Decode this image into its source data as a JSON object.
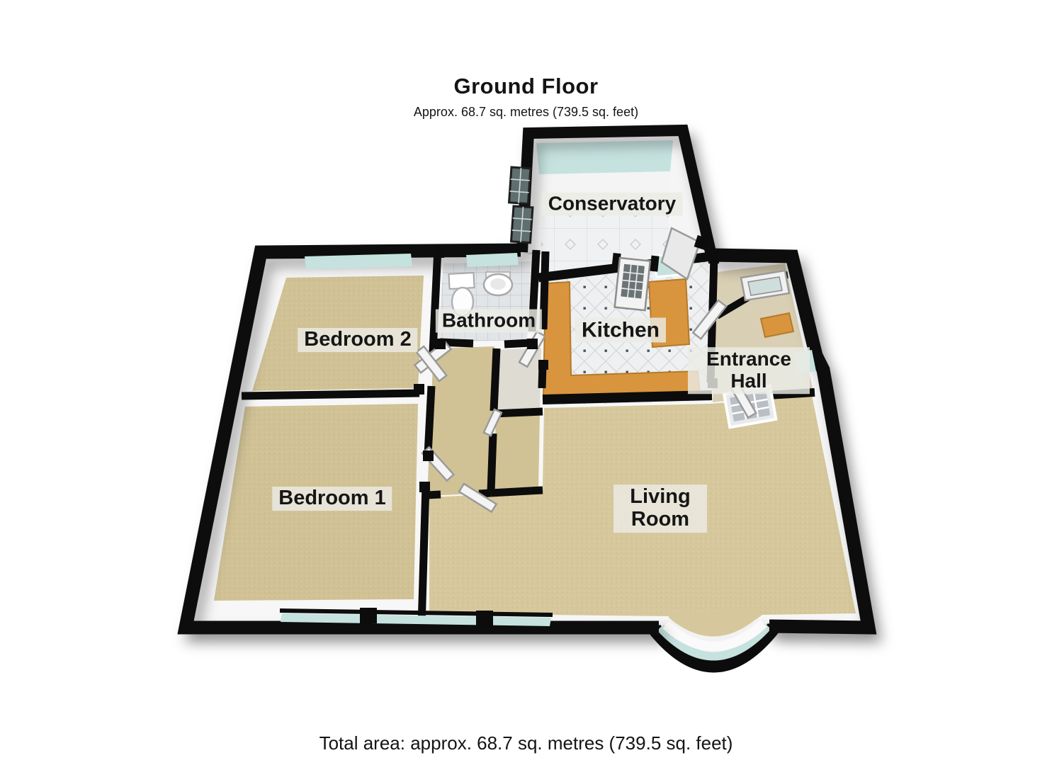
{
  "header": {
    "title": "Ground Floor",
    "subtitle": "Approx. 68.7 sq. metres (739.5 sq. feet)"
  },
  "rooms": [
    {
      "name": "conservatory",
      "label": "Conservatory"
    },
    {
      "name": "bathroom",
      "label": "Bathroom"
    },
    {
      "name": "kitchen",
      "label": "Kitchen"
    },
    {
      "name": "entrance-hall",
      "label": "Entrance Hall"
    },
    {
      "name": "bedroom-2",
      "label": "Bedroom 2"
    },
    {
      "name": "bedroom-1",
      "label": "Bedroom 1"
    },
    {
      "name": "living-room",
      "label": "Living Room"
    }
  ],
  "footer": {
    "total_area": "Total area: approx. 68.7 sq. metres (739.5 sq. feet)"
  },
  "colors": {
    "wall": "#0c0c0c",
    "carpet": "#d0c295",
    "carpet_light": "#d6c89c",
    "hall_floor": "#d9cfb4",
    "tile": "#eef0f1",
    "glass": "#c6e2df",
    "counter": "#d9953e",
    "label_bg": "rgba(236,235,229,0.82)",
    "text": "#141414"
  }
}
